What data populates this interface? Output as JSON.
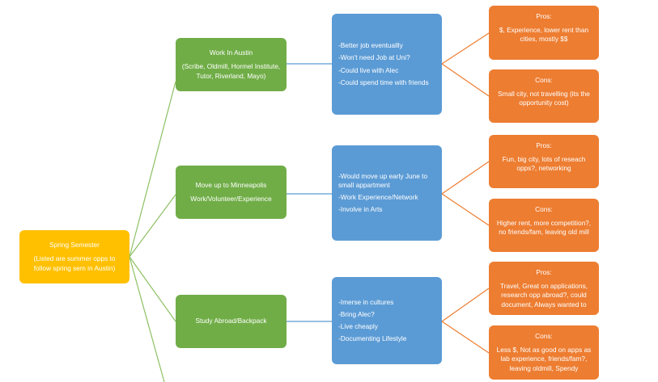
{
  "colors": {
    "root": "#ffc000",
    "option": "#70ad47",
    "detail": "#5b9bd5",
    "pros_cons": "#ed7d31",
    "line_green": "#8dc063",
    "line_blue": "#5b9bd5",
    "line_orange": "#ed7d31"
  },
  "root": {
    "title": "Spring Semester",
    "subtitle": "(Listed are summer opps to follow spring sem in Austin)"
  },
  "options": [
    {
      "title": "Work In Austin",
      "subtitle": "(Scribe, Oldmill, Hormel Institute, Tutor, Riverland, Mayo)",
      "details": [
        "-Better job eventuallly",
        "-Won't need Job at Uni?",
        "-Could live with Alec",
        "-Could spend time with friends"
      ],
      "pros_label": "Pros:",
      "pros": "$, Experience, lower rent than cities, mostly $$",
      "cons_label": "Cons:",
      "cons": "Small city, not travelling (its the opportunity cost)"
    },
    {
      "title": "Move up to Minneapolis",
      "subtitle": "Work/Volunteer/Experience",
      "details": [
        "-Would move up early June to small appartment",
        "-Work Experience/Network",
        "-Involve in Arts"
      ],
      "pros_label": "Pros:",
      "pros": "Fun, big city, lots of reseach opps?, networking",
      "cons_label": "Cons:",
      "cons": "Higher rent, more competition?, no friends/fam, leaving old mill"
    },
    {
      "title": "Study Abroad/Backpack",
      "subtitle": "",
      "details": [
        "-Imerse in cultures",
        "-Bring Alec?",
        "-Live cheaply",
        "-Documenting Lifestyle"
      ],
      "pros_label": "Pros:",
      "pros": "Travel, Great on applications, research opp abroad?, could document, Always wanted to",
      "cons_label": "Cons:",
      "cons": "Less $, Not as good on apps as lab experience, friends/fam?, leaving oldmill, Spendy"
    }
  ]
}
